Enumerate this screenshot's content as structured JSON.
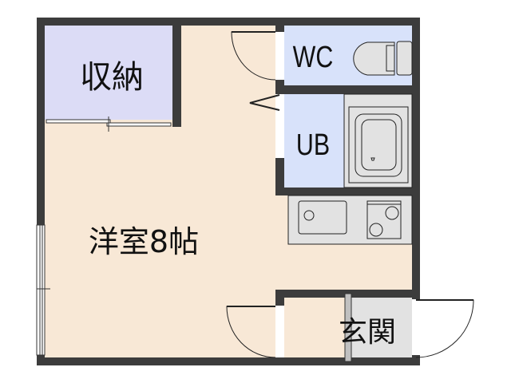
{
  "rooms": {
    "storage": "収納",
    "wc": "WC",
    "bath": "UB",
    "western_room": "洋室8帖",
    "entrance": "玄関"
  },
  "colors": {
    "wall": "#3c3c3c",
    "floor": "#f8e8d6",
    "storage": "#dcdcf6",
    "wet_area": "#d8e2fa",
    "fixture": "#e2e2e2",
    "entrance_tile": "#e2e2e2"
  }
}
